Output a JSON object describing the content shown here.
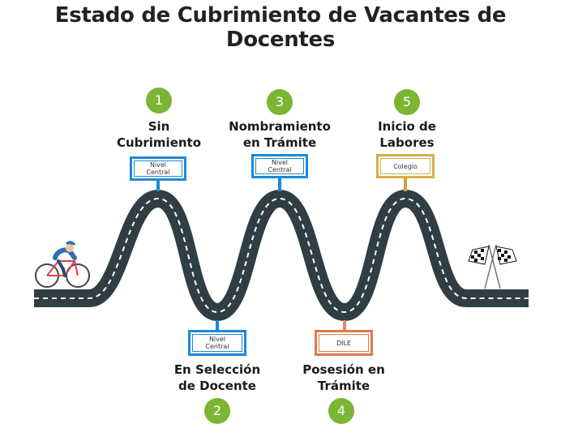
{
  "title": "Estado de Cubrimiento de Vacantes de Docentes",
  "colors": {
    "road": "#2f3d44",
    "badge": "#7ab534",
    "blue": "#1b8ad8",
    "orange": "#de7a48",
    "gold": "#c8a437"
  },
  "steps": [
    {
      "number": "1",
      "label_line1": "Sin",
      "label_line2": "Cubrimiento",
      "sign_line1": "Nivel",
      "sign_line2": "Central",
      "color": "blue"
    },
    {
      "number": "2",
      "label_line1": "En Selección",
      "label_line2": "de Docente",
      "sign_line1": "Nivel",
      "sign_line2": "Central",
      "color": "blue"
    },
    {
      "number": "3",
      "label_line1": "Nombramiento",
      "label_line2": "en Trámite",
      "sign_line1": "Nivel",
      "sign_line2": "Central",
      "color": "blue"
    },
    {
      "number": "4",
      "label_line1": "Posesión en",
      "label_line2": "Trámite",
      "sign_line1": "DILE",
      "sign_line2": "",
      "color": "orange"
    },
    {
      "number": "5",
      "label_line1": "Inicio de",
      "label_line2": "Labores",
      "sign_line1": "Colegio",
      "sign_line2": "",
      "color": "gold"
    }
  ],
  "icons": {
    "start": "cyclist-icon",
    "finish": "checkered-flags-icon"
  }
}
